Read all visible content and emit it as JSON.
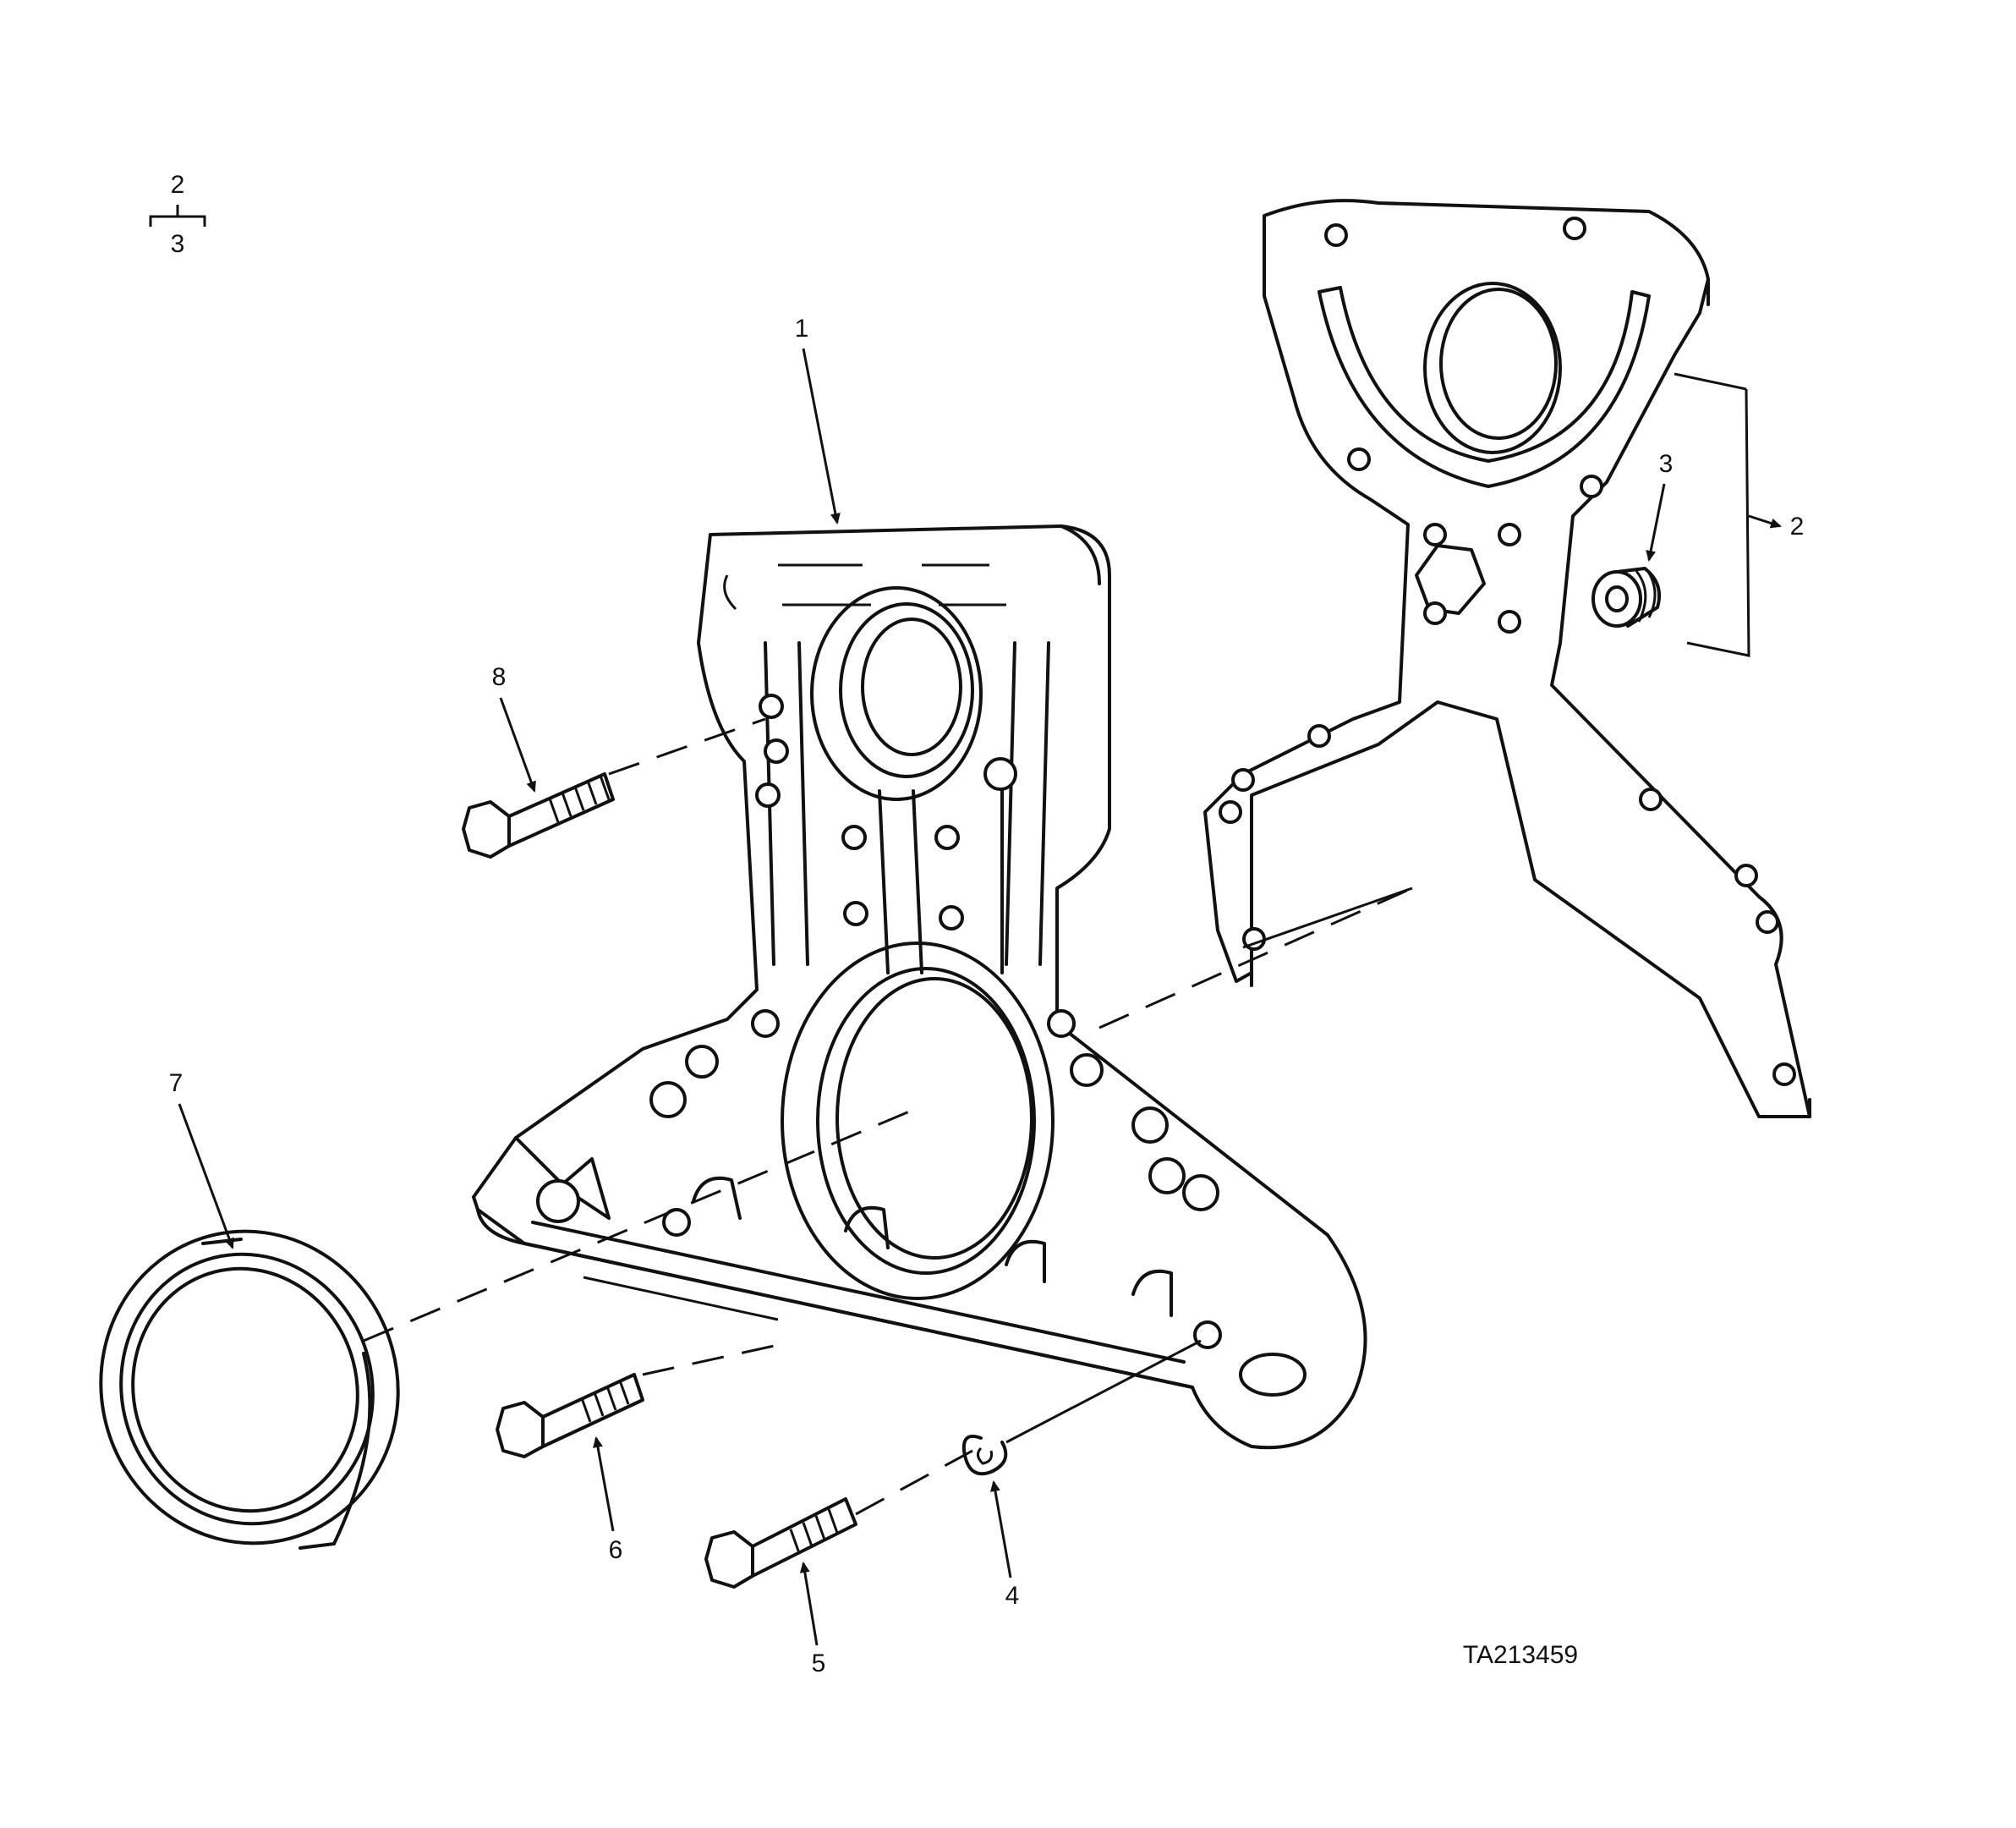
{
  "figure_code": "TA213459",
  "locator": {
    "top": "2",
    "bottom": "3"
  },
  "callouts": [
    {
      "id": "c1",
      "text": "1"
    },
    {
      "id": "c2",
      "text": "2"
    },
    {
      "id": "c3",
      "text": "3"
    },
    {
      "id": "c4",
      "text": "4"
    },
    {
      "id": "c5",
      "text": "5"
    },
    {
      "id": "c6",
      "text": "6"
    },
    {
      "id": "c7",
      "text": "7"
    },
    {
      "id": "c8",
      "text": "8"
    }
  ],
  "colors": {
    "ink": "#111111",
    "paper": "#ffffff"
  }
}
